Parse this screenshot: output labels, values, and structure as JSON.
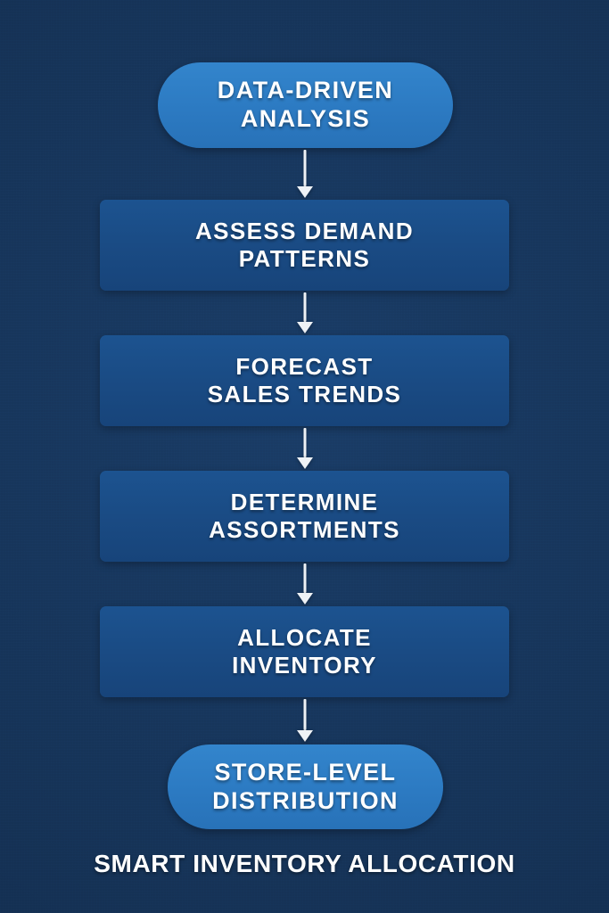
{
  "diagram": {
    "title": "SMART INVENTORY ALLOCATION",
    "colors": {
      "background": "#163358",
      "background_dark": "#122c4c",
      "pill_fill": "#2c7ac2",
      "rect_fill": "#1a4b84",
      "text": "#ffffff",
      "arrow": "#eef2f6"
    },
    "nodes": [
      {
        "id": "data-driven-analysis",
        "shape": "pill",
        "text": "DATA-DRIVEN\nANALYSIS"
      },
      {
        "id": "assess-demand-patterns",
        "shape": "rect",
        "text": "ASSESS DEMAND\nPATTERNS"
      },
      {
        "id": "forecast-sales-trends",
        "shape": "rect",
        "text": "FORECAST\nSALES TRENDS"
      },
      {
        "id": "determine-assortments",
        "shape": "rect",
        "text": "DETERMINE\nASSORTMENTS"
      },
      {
        "id": "allocate-inventory",
        "shape": "rect",
        "text": "ALLOCATE\nINVENTORY"
      },
      {
        "id": "store-level-distribution",
        "shape": "pill",
        "text": "STORE-LEVEL\nDISTRIBUTION"
      }
    ],
    "connectors": [
      {
        "id": "arrow-1",
        "from": "data-driven-analysis",
        "to": "assess-demand-patterns"
      },
      {
        "id": "arrow-2",
        "from": "assess-demand-patterns",
        "to": "forecast-sales-trends"
      },
      {
        "id": "arrow-3",
        "from": "forecast-sales-trends",
        "to": "determine-assortments"
      },
      {
        "id": "arrow-4",
        "from": "determine-assortments",
        "to": "allocate-inventory"
      },
      {
        "id": "arrow-5",
        "from": "allocate-inventory",
        "to": "store-level-distribution"
      }
    ]
  }
}
